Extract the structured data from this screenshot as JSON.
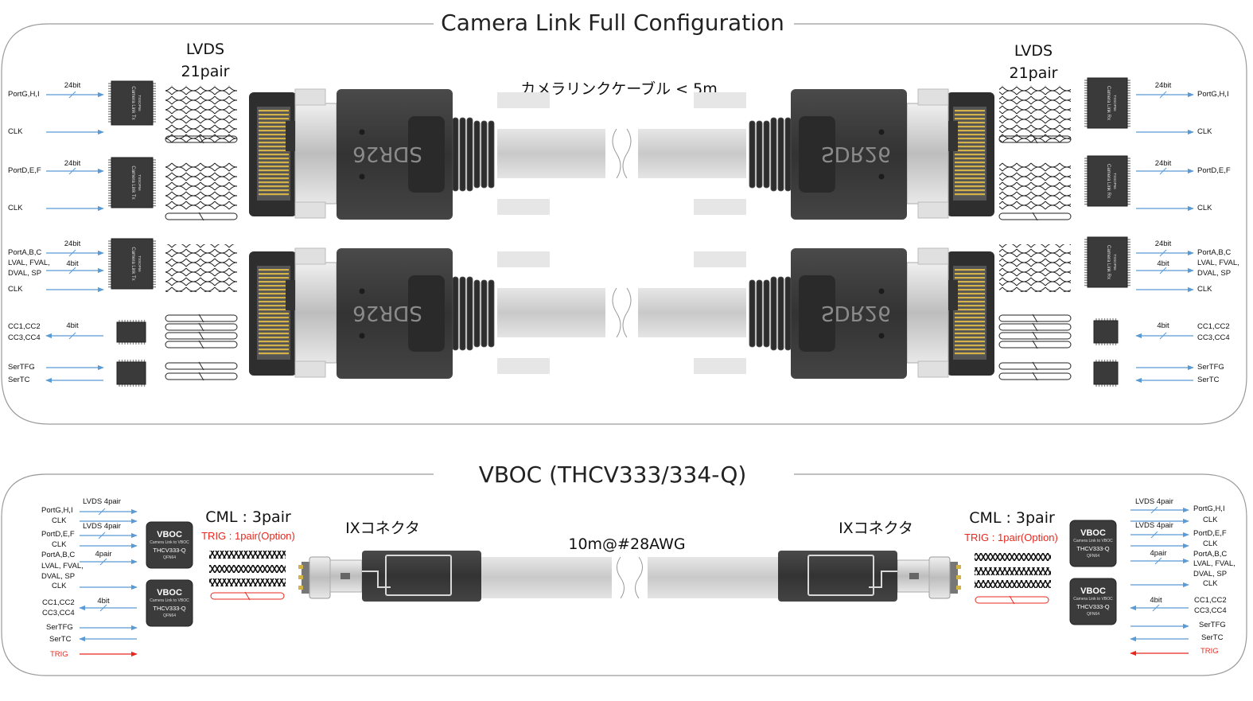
{
  "section1": {
    "title": "Camera Link Full Configuration",
    "lvds_label": [
      "LVDS",
      "21pair"
    ],
    "cable_label": "カメラリンクケーブル < 5m",
    "connector_brand": "SDR26",
    "chip_tx_label": "Camera Link Tx",
    "chip_rx_label": "Camera Link Rx",
    "chip_package": "TSSOP56",
    "left_signals": [
      {
        "name": "PortG,H,I",
        "bits": "24bit"
      },
      {
        "name": "CLK"
      },
      {
        "name": "PortD,E,F",
        "bits": "24bit"
      },
      {
        "name": "CLK"
      },
      {
        "name": "PortA,B,C",
        "bits": "24bit"
      },
      {
        "name": "LVAL, FVAL,",
        "bits": "4bit"
      },
      {
        "name": "DVAL, SP"
      },
      {
        "name": "CLK"
      },
      {
        "name": "CC1,CC2",
        "bits": "4bit"
      },
      {
        "name": "CC3,CC4"
      },
      {
        "name": "SerTFG"
      },
      {
        "name": "SerTC"
      }
    ]
  },
  "section2": {
    "title": "VBOC (THCV333/334-Q)",
    "cml_label": "CML : 3pair",
    "trig_label": "TRIG : 1pair(Option)",
    "connector_label": "IXコネクタ",
    "cable_label": "10m@#28AWG",
    "chip": {
      "logo": "VBOC",
      "sub": "Camera Link to VBOC",
      "part": "THCV333-Q",
      "package": "QFN64"
    },
    "left_signals": [
      {
        "name": "PortG,H,I",
        "bits": "LVDS 4pair"
      },
      {
        "name": "CLK"
      },
      {
        "name": "PortD,E,F",
        "bits": "LVDS 4pair"
      },
      {
        "name": "CLK"
      },
      {
        "name": "PortA,B,C",
        "bits": "4pair"
      },
      {
        "name": "LVAL, FVAL,"
      },
      {
        "name": "DVAL, SP"
      },
      {
        "name": "CLK"
      },
      {
        "name": "CC1,CC2",
        "bits": "4bit"
      },
      {
        "name": "CC3,CC4"
      },
      {
        "name": "SerTFG"
      },
      {
        "name": "SerTC"
      },
      {
        "name": "TRIG"
      }
    ]
  },
  "colors": {
    "arrow": "#5b9bd5",
    "trig": "#e8281e",
    "frame": "#9a9a9a",
    "connector": "#3c3c3c",
    "cable": "#d2d2d2"
  }
}
